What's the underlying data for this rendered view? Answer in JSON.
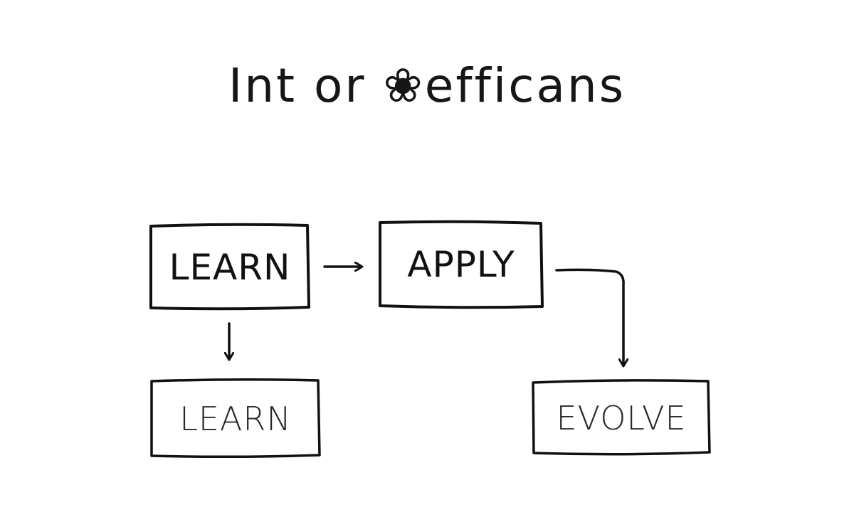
{
  "title": "Int or ❀efficans",
  "nodes": {
    "learn_top": "LEARN",
    "apply": "APPLY",
    "learn_bottom": "LEARN",
    "evolve": "EVOLVE"
  },
  "colors": {
    "ink": "#111111",
    "background": "#ffffff"
  }
}
